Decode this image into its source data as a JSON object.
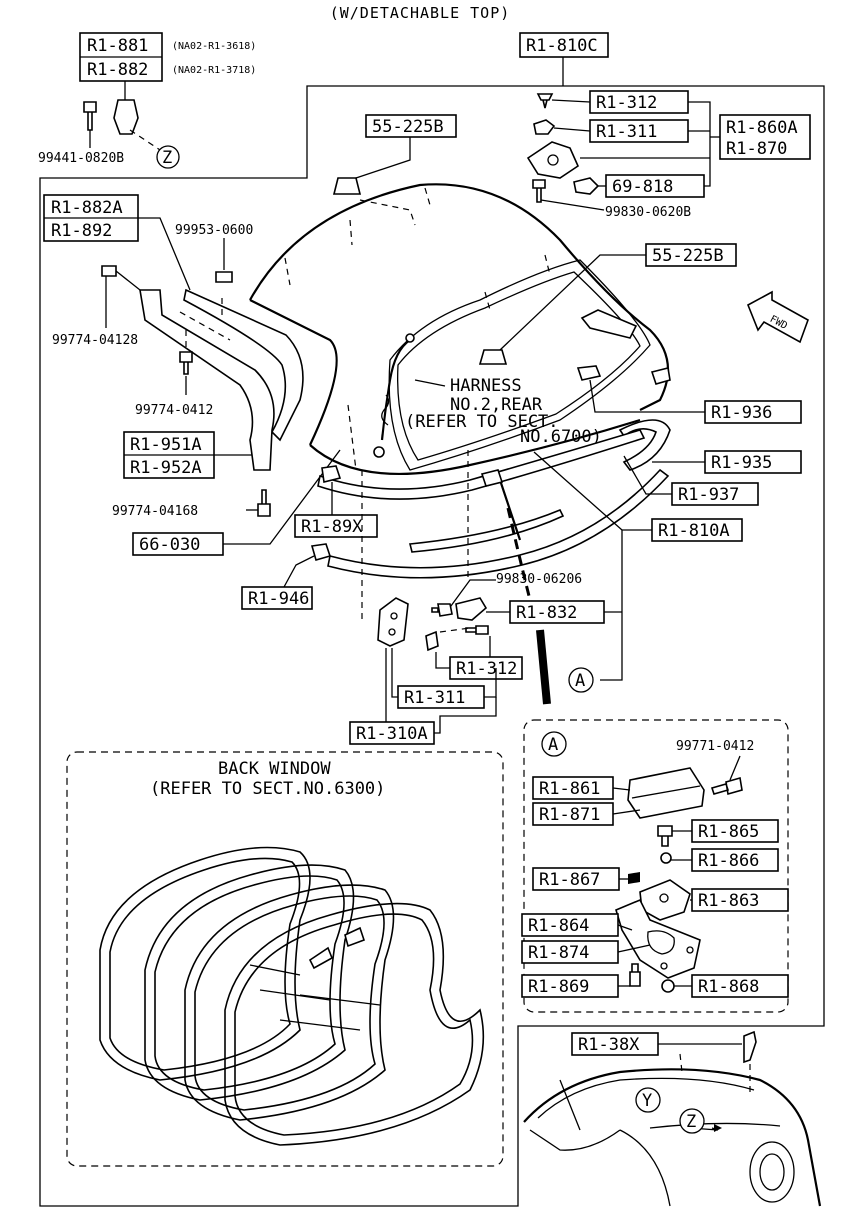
{
  "title": "(W/DETACHABLE TOP)",
  "labels": {
    "r1_881": "R1-881",
    "r1_882": "R1-882",
    "na02_3618": "(NA02-R1-3618)",
    "na02_3718": "(NA02-R1-3718)",
    "p99441": "99441-0820B",
    "z_marker": "Z",
    "r1_810c": "R1-810C",
    "r1_312_top": "R1-312",
    "r1_311_top": "R1-311",
    "r1_860a": "R1-860A",
    "r1_870": "R1-870",
    "p69_818": "69-818",
    "p99830_top": "99830-0620B",
    "p55_225b_a": "55-225B",
    "p55_225b_b": "55-225B",
    "r1_882a": "R1-882A",
    "r1_892": "R1-892",
    "p99953": "99953-0600",
    "p99774_a": "99774-04128",
    "p99774_b": "99774-0412",
    "r1_951a": "R1-951A",
    "r1_952a": "R1-952A",
    "p99774_c": "99774-04168",
    "r1_89x": "R1-89X",
    "p66_030": "66-030",
    "r1_946": "R1-946",
    "harness_1": "HARNESS",
    "harness_2": "NO.2,REAR",
    "harness_3": "(REFER TO SECT.",
    "harness_4": "NO.6700)",
    "r1_936": "R1-936",
    "r1_935": "R1-935",
    "r1_937": "R1-937",
    "r1_810a": "R1-810A",
    "p99830_mid": "99830-06206",
    "r1_832": "R1-832",
    "r1_312_mid": "R1-312",
    "r1_311_mid": "R1-311",
    "r1_310a": "R1-310A",
    "a_marker": "A",
    "back_window_1": "BACK WINDOW",
    "back_window_2": "(REFER TO SECT.NO.6300)",
    "a_marker_detail": "A",
    "p99771": "99771-0412",
    "r1_861": "R1-861",
    "r1_871": "R1-871",
    "r1_865": "R1-865",
    "r1_866": "R1-866",
    "r1_867": "R1-867",
    "r1_863": "R1-863",
    "r1_864": "R1-864",
    "r1_874": "R1-874",
    "r1_869": "R1-869",
    "r1_868": "R1-868",
    "r1_38x": "R1-38X",
    "y_marker": "Y",
    "z_marker_car": "Z",
    "fwd": "FWD"
  }
}
